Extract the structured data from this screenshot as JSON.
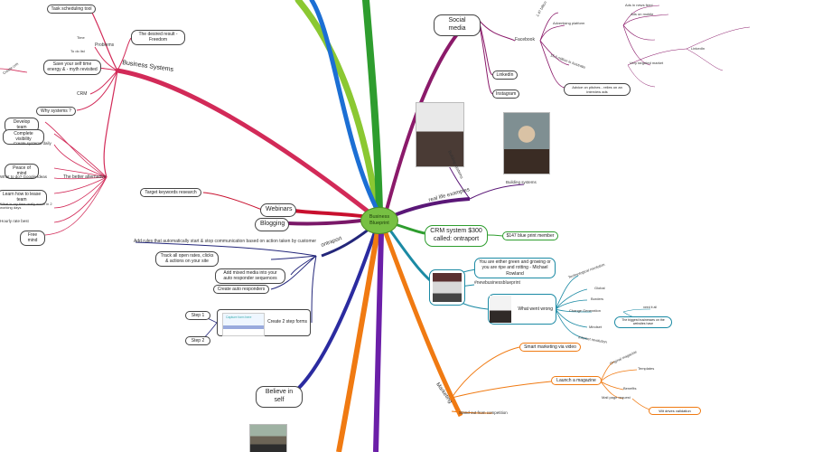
{
  "center": {
    "line1": "Business",
    "line2": "Blueprint"
  },
  "social": {
    "title": "Social media",
    "facebook": "Facebook",
    "users": "1.47 billion",
    "advertising": "Advertising platform",
    "ads_feed": "Ads in news feed",
    "mobile": "Ads on mobile",
    "aussies": "15.6 million in Australia",
    "targeted": "Very targeted market",
    "linkedin": "LinkedIn",
    "instagram": "Instagram",
    "advice": "Advice on pitches - relies on an interview ads",
    "linkedin_note": "LinkedIn"
  },
  "business": {
    "title": "Business Systems",
    "scheduling": "Task scheduling tool",
    "desired": "The desired result - Freedom",
    "problems": "Problems",
    "time": "Time",
    "to_do": "To do list",
    "self_time": "Save your self time energy & - myth revisited",
    "crm": "CRM",
    "why": "Why systems ?",
    "better": "The better alternative",
    "develop": "Develop team",
    "complete": "Complete visibility",
    "create_sys": "Create systems daily",
    "peace": "Peace of mind",
    "what_do": "What to do? Google ideas",
    "learn": "Learn how to lease team",
    "worth": "What is my time really worth in 2 working days",
    "free": "Free mind",
    "hourly": "Hourly rate best",
    "create_crm": "Create crm"
  },
  "left": {
    "target": "Target keywords research",
    "webinars": "Webinars",
    "blogging": "Blogging",
    "ontraport": "ontraport",
    "rules": "Add rules that automatically start & stop communication based on action taken by customer",
    "track": "Track all open rates, clicks & actions on your site",
    "mixed": "Add mixed media into your auto responder sequences",
    "autoresp": "Create auto responders",
    "step1": "Step 1",
    "step2": "Step 2",
    "two_step": "Create 2 step forms",
    "believe": "Believe in self",
    "form_caption": "Capture form here"
  },
  "right": {
    "real_life": "real life examples",
    "building": "Building systems",
    "building2": "Building systems",
    "crm_title": "CRM system $300 called: ontraport",
    "blue_member": "$147 blue print member",
    "green_quote": "You are either green and growing or you are ripe and rotting - Michael Rowland",
    "hashtag": "#newbusinessblueprint",
    "went_wrong": "What went wrong",
    "tech_rev": "Technological revolution",
    "global": "Global",
    "borders": "Borders",
    "change": "Change Generation",
    "need": "need it all",
    "biggest": "The biggest businesses on the websites have",
    "mindset": "Mindset",
    "internet_rev": "Internet revolution"
  },
  "marketing": {
    "title": "Marketing",
    "video": "Smart marketing via video",
    "magazine": "Launch a magazine",
    "original": "Original magazine",
    "templates": "Templates",
    "benefits": "Benefits",
    "mail": "Mail page request",
    "drives": "Wit drives validation",
    "stand_out": "Stand out from competition"
  },
  "colors": {
    "red": "#c8102e",
    "crimson": "#d22a58",
    "purple": "#7a1868",
    "blue": "#1c4fb0",
    "teal": "#1b8aa4",
    "green": "#2e9d2e",
    "lime": "#8bc832",
    "orange": "#f07a12",
    "navy": "#23267a"
  }
}
